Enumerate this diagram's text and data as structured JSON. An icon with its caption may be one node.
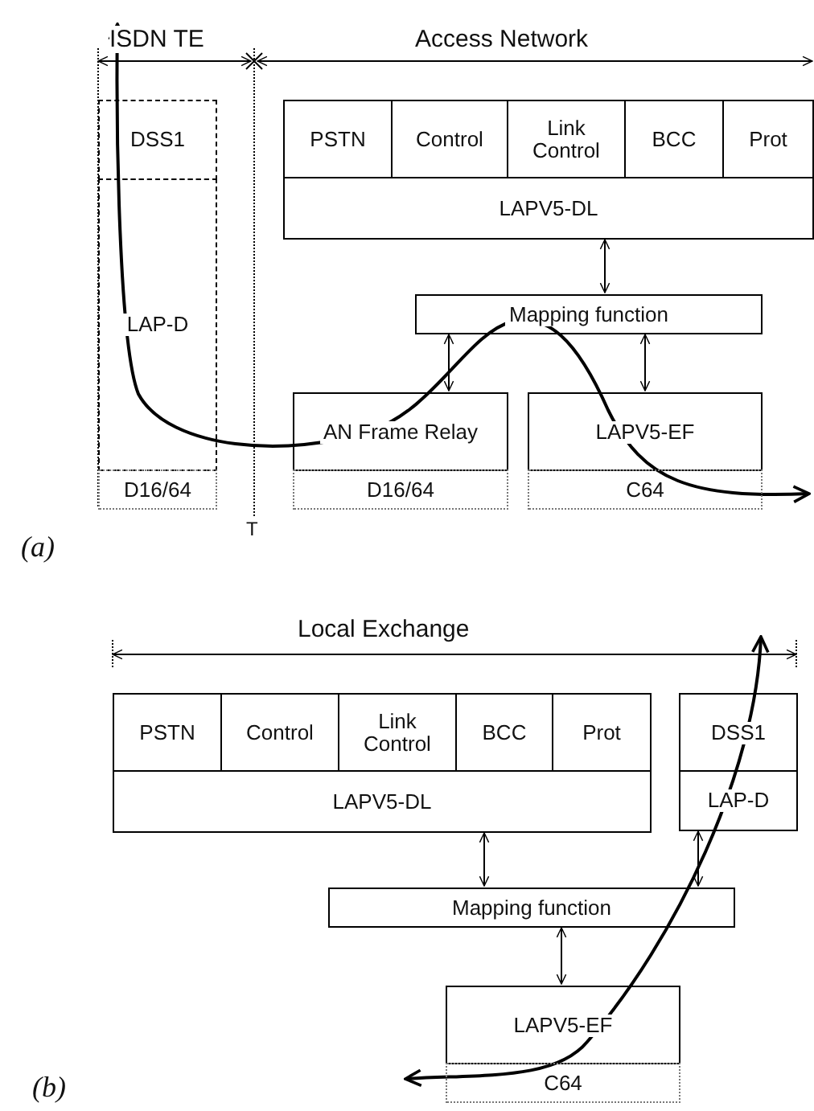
{
  "diagram": {
    "nodes": [
      {
        "text": [
          "DSS1"
        ]
      },
      {
        "text": [
          "LAP-D"
        ]
      },
      {
        "text": [
          "D16/64"
        ]
      },
      {
        "text": [
          "PSTN"
        ]
      },
      {
        "text": [
          "Control"
        ]
      },
      {
        "text": [
          "Link Control"
        ]
      },
      {
        "text": [
          "BCC"
        ]
      },
      {
        "text": [
          "Prot"
        ]
      },
      {
        "text": [
          "LAPV5-DL"
        ]
      },
      {
        "text": [
          "Mapping function"
        ]
      },
      {
        "text": [
          "AN Frame Relay"
        ]
      },
      {
        "text": [
          "LAPV5-EF"
        ]
      },
      {
        "text": [
          "D16/64"
        ]
      },
      {
        "text": [
          "C64"
        ]
      },
      {
        "text": [
          "PSTN"
        ]
      },
      {
        "text": [
          "Control"
        ]
      },
      {
        "text": [
          "Link Control"
        ]
      },
      {
        "text": [
          "BCC"
        ]
      },
      {
        "text": [
          "Prot"
        ]
      },
      {
        "text": [
          "DSS1"
        ]
      },
      {
        "text": [
          "LAPV5-DL"
        ]
      },
      {
        "text": [
          "LAP-D"
        ]
      },
      {
        "text": [
          "Mapping function"
        ]
      },
      {
        "text": [
          "LAPV5-EF"
        ]
      },
      {
        "text": [
          "C64"
        ]
      }
    ],
    "edges": [
      {
        "from": 8,
        "to": 9,
        "arrow": "both"
      },
      {
        "from": 9,
        "to": 10,
        "arrow": "both"
      },
      {
        "from": 9,
        "to": 11,
        "arrow": "both"
      },
      {
        "from": 20,
        "to": 22,
        "arrow": "both"
      },
      {
        "from": 21,
        "to": 22,
        "arrow": "both"
      },
      {
        "from": 22,
        "to": 23,
        "arrow": "both"
      }
    ],
    "labels": [
      "ISDN TE",
      "Access Network",
      "T",
      "(a)",
      "Local Exchange",
      "(b)"
    ]
  }
}
